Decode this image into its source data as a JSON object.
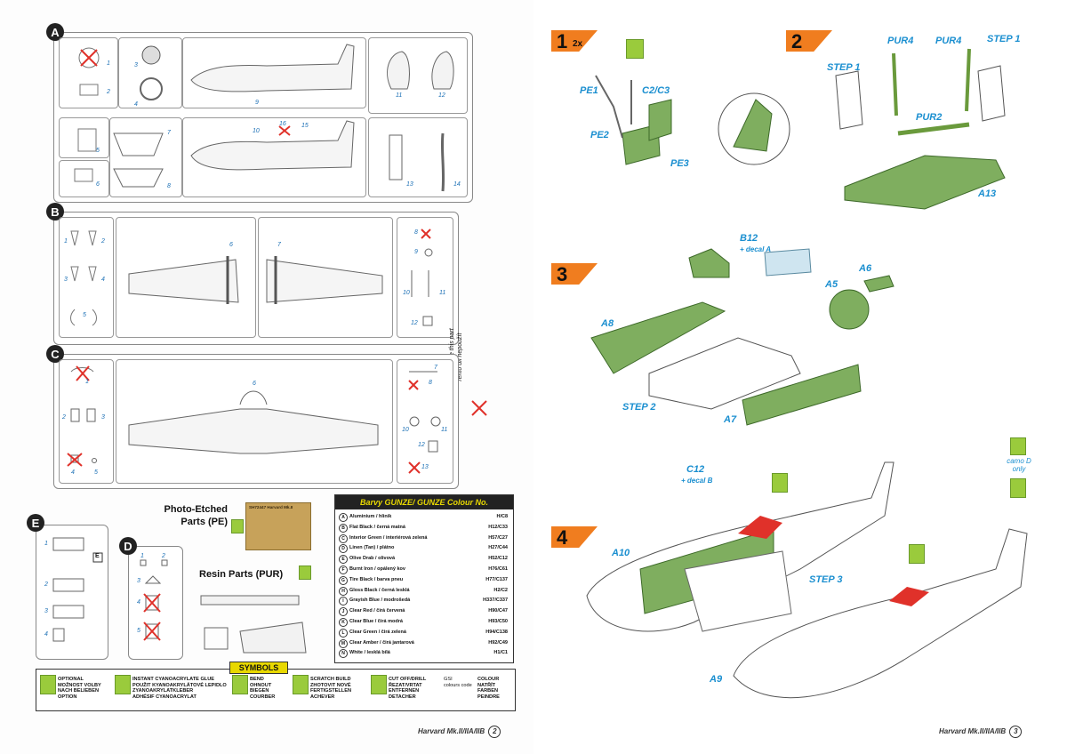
{
  "left_page": {
    "sprues": {
      "A": {
        "label": "A",
        "parts": [
          "1",
          "2",
          "3",
          "4",
          "5",
          "6",
          "7",
          "8",
          "9",
          "10",
          "11",
          "12",
          "13",
          "14",
          "15",
          "16"
        ]
      },
      "B": {
        "label": "B",
        "parts": [
          "1",
          "2",
          "3",
          "4",
          "5",
          "6",
          "7",
          "8",
          "9",
          "10",
          "11",
          "12"
        ]
      },
      "C": {
        "label": "C",
        "parts": [
          "1",
          "2",
          "3",
          "4",
          "5",
          "6",
          "7",
          "8",
          "10",
          "11",
          "12",
          "13"
        ]
      },
      "D": {
        "label": "D",
        "parts": [
          "1",
          "2",
          "3",
          "4",
          "5"
        ]
      },
      "E": {
        "label": "E",
        "parts": [
          "1",
          "2",
          "3",
          "4"
        ],
        "tag": "E"
      }
    },
    "do_not_use": {
      "line1": "Do not use this part",
      "line2": "Tento díl nepoužít"
    },
    "pe": {
      "title_line1": "Photo-Etched",
      "title_line2": "Parts (PE)",
      "fret_label": "SH72447 Harvard Mk.II"
    },
    "resin": {
      "title": "Resin Parts (PUR)"
    },
    "color_table": {
      "title": "Barvy GUNZE/ GUNZE Colour No.",
      "rows": [
        {
          "letter": "A",
          "name": "Aluminium / hliník",
          "code": "H/C8"
        },
        {
          "letter": "B",
          "name": "Flat Black / černá matná",
          "code": "H12/C33"
        },
        {
          "letter": "C",
          "name": "Interior Green / interiérová zelená",
          "code": "H57/C27"
        },
        {
          "letter": "D",
          "name": "Linen (Tan) / plátno",
          "code": "H27/C44"
        },
        {
          "letter": "E",
          "name": "Olive Drab / olivová",
          "code": "H52/C12"
        },
        {
          "letter": "F",
          "name": "Burnt Iron / opálený kov",
          "code": "H76/C61"
        },
        {
          "letter": "G",
          "name": "Tire Black / barva pneu",
          "code": "H77/C137"
        },
        {
          "letter": "H",
          "name": "Gloss Black / černá lesklá",
          "code": "H2/C2"
        },
        {
          "letter": "I",
          "name": "Grayish Blue / modrošedá",
          "code": "H337/C337"
        },
        {
          "letter": "J",
          "name": "Clear Red / čirá červená",
          "code": "H90/C47"
        },
        {
          "letter": "K",
          "name": "Clear Blue / čirá modrá",
          "code": "H93/C50"
        },
        {
          "letter": "L",
          "name": "Clear Green / čirá zelená",
          "code": "H94/C138"
        },
        {
          "letter": "M",
          "name": "Clear Amber / čirá jantarová",
          "code": "H92/C49"
        },
        {
          "letter": "N",
          "name": "White / lesklá bílá",
          "code": "H1/C1"
        }
      ]
    },
    "symbols": {
      "title": "SYMBOLS",
      "items": [
        {
          "icon": "question-icon",
          "text": "OPTIONAL\nMOŽNOST VOLBY\nNACH BELIEBEN\nOPTION"
        },
        {
          "icon": "glue-drop-icon",
          "text": "INSTANT CYANOACRYLATE GLUE\nPOUŽIT KYANOAKRYLÁTOVÉ LEPIDLO\nZYANOAKRYLATKLEBER\nADHÉSIF CYANOACRYLAT"
        },
        {
          "icon": "bend-icon",
          "text": "BEND\nOHNOUT\nBIEGEN\nCOURBER"
        },
        {
          "icon": "scratch-build-icon",
          "text": "SCRATCH BUILD\nZHOTOVIT NOVÉ\nFERTIGSTELLEN\nACHEVER"
        },
        {
          "icon": "cut-icon",
          "text": "CUT OFF/DRILL\nŘEZAT/VRTAT\nENTFERNEN\nDETACHER"
        },
        {
          "icon": "colour-code-icon",
          "text": "COLOUR\nNATŘÍT\nFARBEN\nPEINDRE",
          "sub": "GSI\ncolours code"
        }
      ]
    },
    "footer": {
      "title": "Harvard Mk.II/IIA/IIB",
      "page": "2"
    }
  },
  "right_page": {
    "steps": [
      {
        "num": "1",
        "mult": "2x",
        "labels": [
          "PE1",
          "C2/C3",
          "PE2",
          "PE3"
        ]
      },
      {
        "num": "2",
        "labels": [
          "PUR4",
          "PUR4",
          "STEP 1",
          "STEP 1",
          "PUR2",
          "A13"
        ]
      },
      {
        "num": "3",
        "labels": [
          "B12",
          "+ decal A",
          "A6",
          "A5",
          "A8",
          "STEP 2",
          "A7"
        ]
      },
      {
        "num": "4",
        "labels": [
          "C12",
          "+ decal B",
          "A10",
          "STEP 3",
          "A9",
          "camo D",
          "only"
        ]
      }
    ],
    "footer": {
      "title": "Harvard Mk.II/IIA/IIB",
      "page": "3"
    }
  },
  "colors": {
    "interior_green": "#7fae5f",
    "accent_blue": "#1b8fd0",
    "step_orange": "#f07d1f",
    "red": "#e0312a",
    "symbol_green": "#9acb3c"
  }
}
